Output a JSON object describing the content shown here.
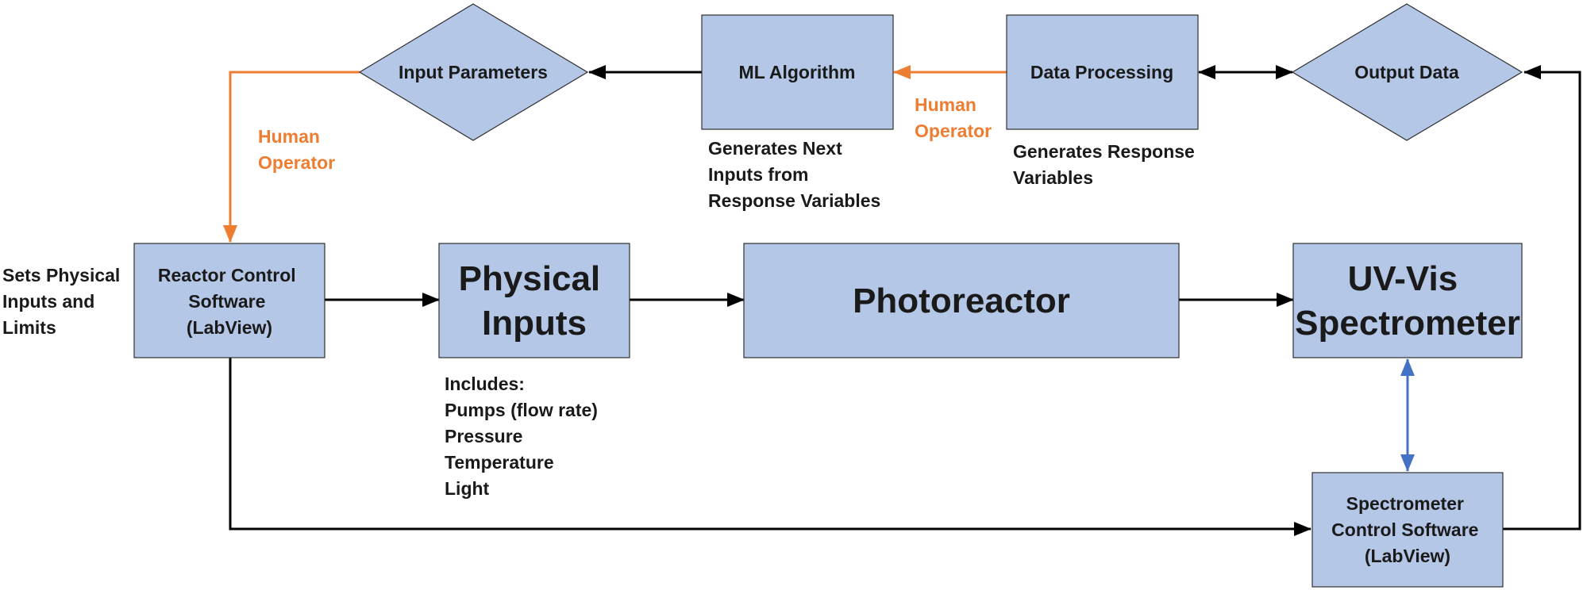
{
  "colors": {
    "box_fill": "#b4c7e7",
    "box_stroke": "#2f2f2f",
    "arrow": "#000000",
    "human_arrow": "#ed7d31",
    "spectrometer_link": "#4472c4",
    "human_label": "#ed7d31"
  },
  "nodes": {
    "input_parameters": "Input Parameters",
    "ml_algorithm": "ML Algorithm",
    "data_processing": "Data Processing",
    "output_data": "Output Data",
    "reactor_control": [
      "Reactor Control",
      "Software",
      "(LabView)"
    ],
    "physical_inputs": [
      "Physical",
      "Inputs"
    ],
    "photoreactor": "Photoreactor",
    "uv_vis": [
      "UV-Vis",
      "Spectrometer"
    ],
    "spectrometer_control": [
      "Spectrometer",
      "Control Software",
      "(LabView)"
    ]
  },
  "notes": {
    "ml_algorithm": [
      "Generates Next",
      "Inputs from",
      "Response Variables"
    ],
    "data_processing": [
      "Generates Response",
      "Variables"
    ],
    "reactor_control": [
      "Sets Physical",
      "Inputs and",
      "Limits"
    ],
    "physical_inputs": [
      "Includes:",
      "Pumps (flow rate)",
      "Pressure",
      "Temperature",
      "Light"
    ]
  },
  "human_operator_labels": {
    "left": [
      "Human",
      "Operator"
    ],
    "top": [
      "Human",
      "Operator"
    ]
  }
}
